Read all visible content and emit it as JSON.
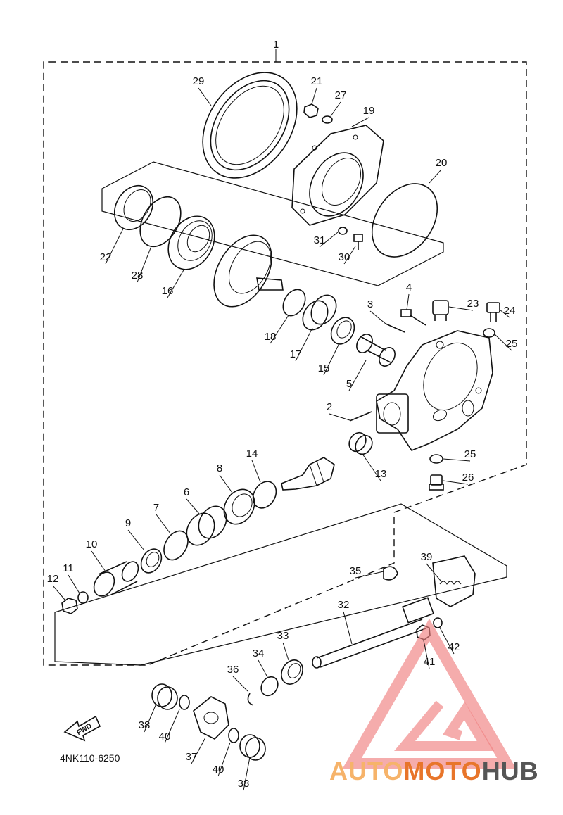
{
  "drawing_code": "4NK110-6250",
  "direction_label": "FWD",
  "watermark": {
    "part1": "AUTO",
    "part2": "MOTO",
    "part3": "HUB",
    "color_light": "#f6b36a",
    "color_main": "#e8752a",
    "color_dark": "#555555",
    "logo_color": "#f08080"
  },
  "callouts": [
    "1",
    "2",
    "3",
    "4",
    "5",
    "6",
    "7",
    "8",
    "9",
    "10",
    "11",
    "12",
    "13",
    "14",
    "15",
    "16",
    "17",
    "18",
    "19",
    "20",
    "21",
    "22",
    "23",
    "24",
    "25",
    "25",
    "26",
    "27",
    "28",
    "29",
    "30",
    "31",
    "32",
    "33",
    "34",
    "35",
    "36",
    "37",
    "38",
    "38",
    "39",
    "40",
    "40",
    "41",
    "42"
  ]
}
